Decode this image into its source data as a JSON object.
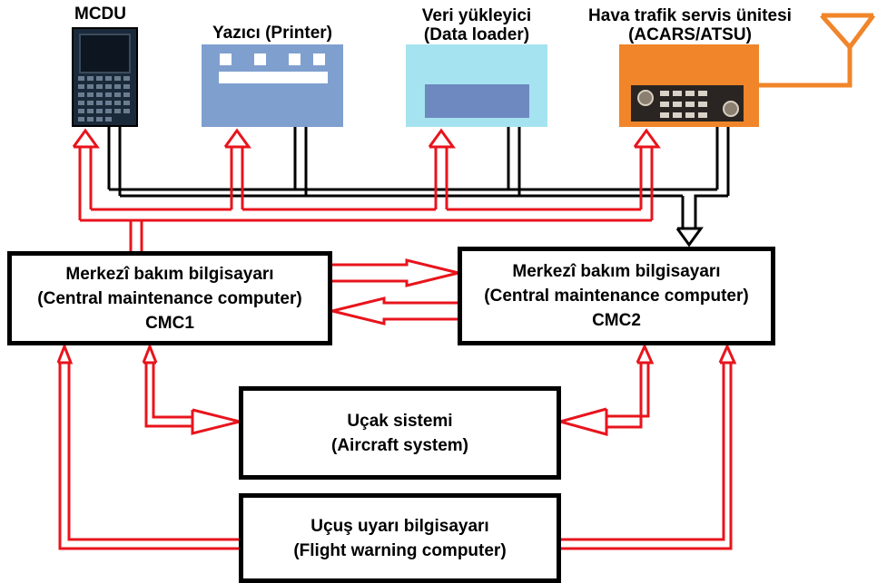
{
  "devices": {
    "mcdu": {
      "label": "MCDU"
    },
    "printer": {
      "label_line1": "Yazıcı (Printer)"
    },
    "data_loader": {
      "label_line1": "Veri yükleyici",
      "label_line2": "(Data loader)"
    },
    "atsu": {
      "label_line1": "Hava trafik servis ünitesi",
      "label_line2": "(ACARS/ATSU)"
    }
  },
  "boxes": {
    "cmc1": {
      "line1": "Merkezî bakım bilgisayarı",
      "line2": "(Central maintenance computer)",
      "line3": "CMC1"
    },
    "cmc2": {
      "line1": "Merkezî bakım bilgisayarı",
      "line2": "(Central maintenance computer)",
      "line3": "CMC2"
    },
    "aircraft_system": {
      "line1": "Uçak sistemi",
      "line2": "(Aircraft system)"
    },
    "fwc": {
      "line1": "Uçuş uyarı bilgisayarı",
      "line2": "(Flight warning computer)"
    }
  },
  "colors": {
    "bus_red": "#e8141c",
    "bus_black": "#000000",
    "printer_fill": "#7f9fcf",
    "loader_fill": "#a5e3f0",
    "atsu_fill": "#f0852a",
    "mcdu_fill": "#1b2a3a",
    "antenna": "#f0852a"
  }
}
